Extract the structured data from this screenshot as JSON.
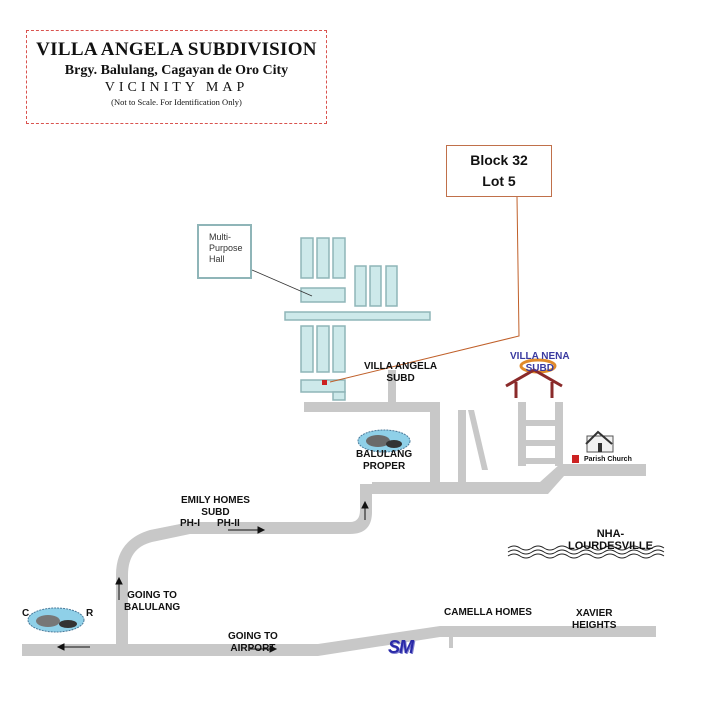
{
  "title": {
    "line1": "VILLA ANGELA SUBDIVISION",
    "line2": "Brgy. Balulang,  Cagayan de Oro City",
    "line3": "VICINITY MAP",
    "line4": "(Not to Scale. For Identification Only)"
  },
  "callout": {
    "block": "Block 32",
    "lot": "Lot 5"
  },
  "hall": {
    "line1": "Multi-",
    "line2": "Purpose",
    "line3": "Hall"
  },
  "labels": {
    "villa_angela_1": "VILLA ANGELA",
    "villa_angela_2": "SUBD",
    "villa_nena_1": "VILLA NENA",
    "villa_nena_2": "SUBD",
    "parish_church": "Parish Church",
    "balulang_1": "BALULANG",
    "balulang_2": "PROPER",
    "emily_1": "EMILY HOMES",
    "emily_2": "SUBD",
    "ph1": "PH-I",
    "ph2": "PH-II",
    "nha_1": "NHA-",
    "nha_2": "LOURDESVILLE",
    "going_balulang_1": "GOING TO",
    "going_balulang_2": "BALULANG",
    "going_airport_1": "GOING TO",
    "going_airport_2": "AIRPORT",
    "camella": "CAMELLA HOMES",
    "xavier_1": "XAVIER",
    "xavier_2": "HEIGHTS",
    "cdo_left": "C",
    "cdo_right": "R",
    "sm": "SM"
  },
  "colors": {
    "road": "#c8c8c8",
    "block_fill": "#cde9ea",
    "block_stroke": "#8fb5b8",
    "callout_line": "#c0602a",
    "marker": "#cc2222",
    "title_border": "#d9534f"
  }
}
